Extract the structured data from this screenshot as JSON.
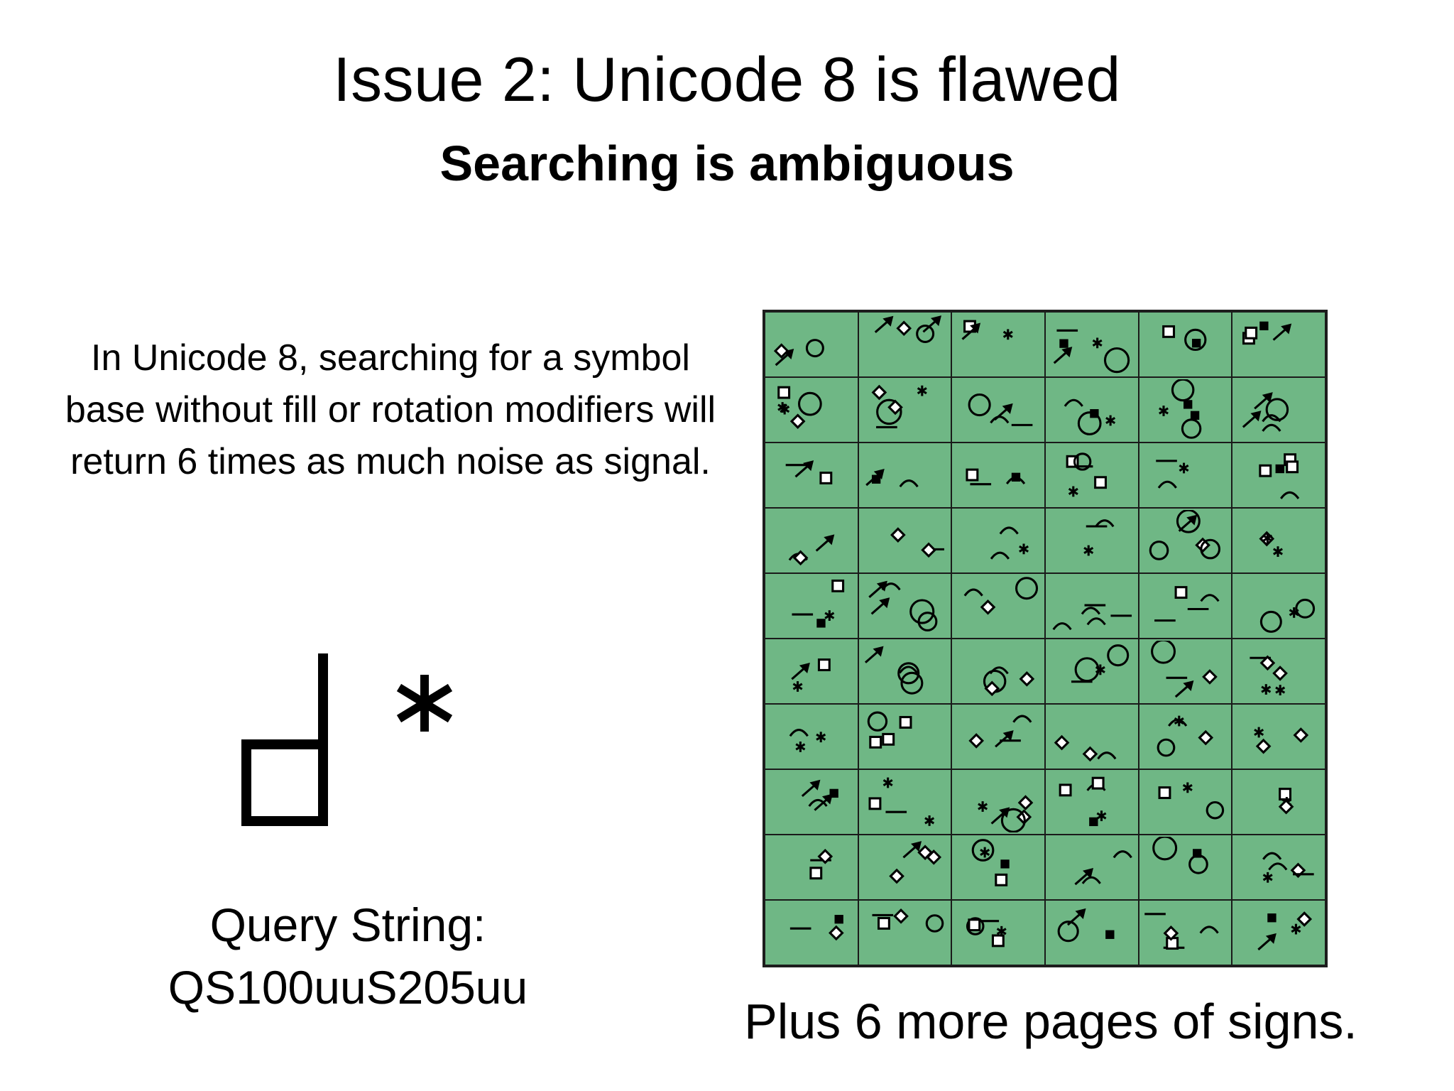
{
  "slide": {
    "title": "Issue 2: Unicode 8 is flawed",
    "subtitle": "Searching is ambiguous",
    "body_text": "In Unicode 8, searching for a symbol base without fill or rotation modifiers will return 6 times as much noise as signal.",
    "query_label": "Query String:",
    "query_value": "QS100uuS205uu",
    "caption": "Plus 6 more pages of signs."
  },
  "sign_grid": {
    "rows": 10,
    "columns": 6,
    "background_color": "#6fb785",
    "line_color": "#1a1a1a"
  },
  "demo_sign": {
    "components": [
      "hand-base-icon",
      "asterisk-contact-icon"
    ]
  }
}
